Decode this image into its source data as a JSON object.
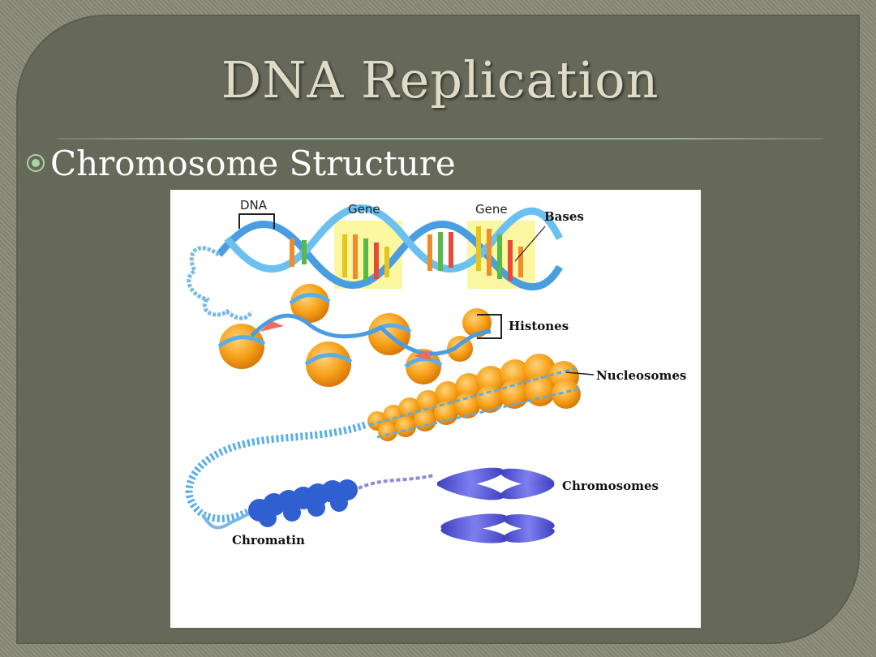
{
  "slide": {
    "title": "DNA Replication",
    "bullet": {
      "icon": "circled-dot-bullet-icon",
      "text": "Chromosome Structure"
    }
  },
  "figure": {
    "labels": {
      "dna": "DNA",
      "gene1": "Gene",
      "gene2": "Gene",
      "bases": "Bases",
      "histones": "Histones",
      "nucleosomes": "Nucleosomes",
      "chromosomes": "Chromosomes",
      "chromatin": "Chromatin"
    }
  },
  "colors": {
    "slide_background": "#666859",
    "title_text": "#dedcc6",
    "bullet_text": "#ffffff",
    "divider": "#9cb49a",
    "dna_blue": "#4a9de0",
    "histone_orange": "#f7a11a",
    "gene_highlight": "#fbf7a0",
    "chromosome_purple": "#5b5bd6",
    "chromatin_blue": "#2f5fd0"
  }
}
